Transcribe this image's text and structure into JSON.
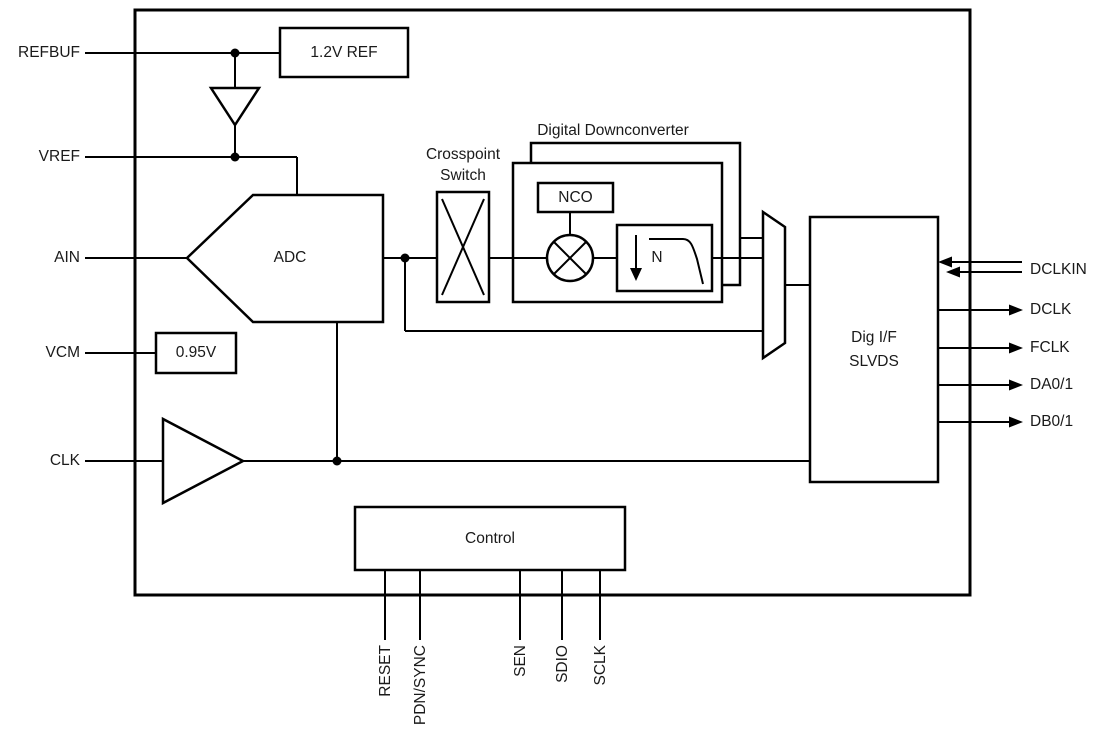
{
  "pins": {
    "left": [
      {
        "label": "REFBUF"
      },
      {
        "label": "VREF"
      },
      {
        "label": "AIN"
      },
      {
        "label": "VCM"
      },
      {
        "label": "CLK"
      }
    ],
    "right": [
      {
        "label": "DCLKIN",
        "direction": "input"
      },
      {
        "label": "DCLK",
        "direction": "output"
      },
      {
        "label": "FCLK",
        "direction": "output"
      },
      {
        "label": "DA0/1",
        "direction": "output"
      },
      {
        "label": "DB0/1",
        "direction": "output"
      }
    ],
    "bottom": [
      {
        "label": "RESET"
      },
      {
        "label": "PDN/SYNC"
      },
      {
        "label": "SEN"
      },
      {
        "label": "SDIO"
      },
      {
        "label": "SCLK"
      }
    ]
  },
  "blocks": {
    "ref": {
      "label": "1.2V REF"
    },
    "adc": {
      "label": "ADC"
    },
    "vcm": {
      "label": "0.95V"
    },
    "crosspoint": {
      "line1": "Crosspoint",
      "line2": "Switch"
    },
    "ddc": {
      "title": "Digital Downconverter",
      "nco": "NCO",
      "decimation_factor": "N"
    },
    "digif": {
      "line1": "Dig I/F",
      "line2": "SLVDS"
    },
    "control": {
      "label": "Control"
    }
  },
  "colors": {
    "line": "#000000",
    "text": "#1a1a1a",
    "background": "#ffffff"
  }
}
